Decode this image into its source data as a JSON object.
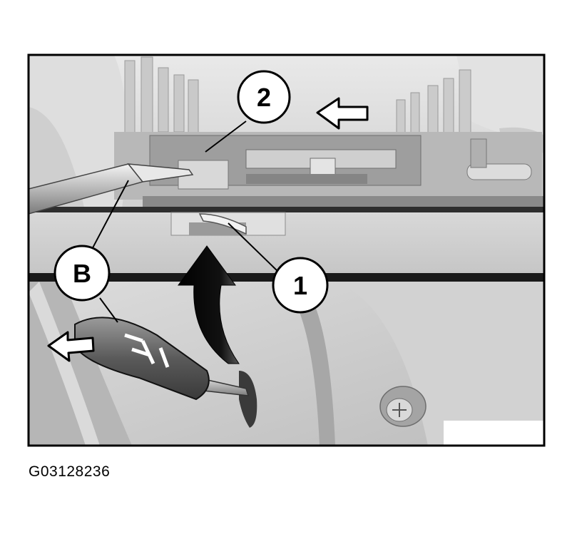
{
  "figure": {
    "callouts": {
      "one": "1",
      "two": "2",
      "b": "B"
    },
    "caption": "G03128236"
  }
}
